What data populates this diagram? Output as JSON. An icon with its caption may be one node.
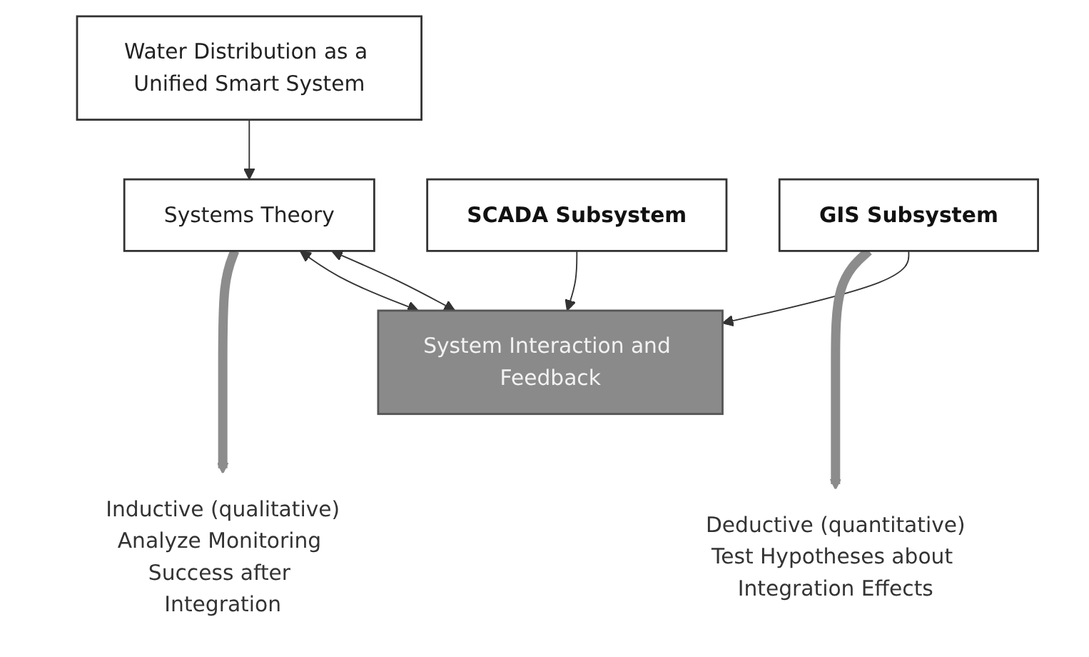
{
  "diagram": {
    "nodes": [
      {
        "text": [
          "Water Distribution as a Unified Smart System"
        ]
      },
      {
        "text": [
          "Systems Theory"
        ]
      },
      {
        "text": [
          "System Interaction and Feedback"
        ]
      },
      {
        "text": [
          "SCADA Subsystem"
        ]
      },
      {
        "text": [
          "GIS Subsystem"
        ]
      },
      {
        "text": [
          "Inductive (qualitative)",
          "Analyze Monitoring Success after Integration"
        ]
      },
      {
        "text": [
          "Deductive (quantitative)",
          "Test Hypotheses about Integration Effects"
        ]
      }
    ],
    "edges": [
      {
        "from": 0,
        "to": 1,
        "arrow": "to"
      },
      {
        "from": 1,
        "to": 2,
        "arrow": "both"
      },
      {
        "from": 1,
        "to": 2,
        "arrow": "both"
      },
      {
        "from": 3,
        "to": 2,
        "arrow": "to"
      },
      {
        "from": 4,
        "to": 2,
        "arrow": "to"
      },
      {
        "from": 1,
        "to": 5,
        "arrow": "to",
        "style": "thick",
        "color": "#8c8c8c"
      },
      {
        "from": 4,
        "to": 6,
        "arrow": "to",
        "style": "thick",
        "color": "#8c8c8c"
      }
    ]
  }
}
